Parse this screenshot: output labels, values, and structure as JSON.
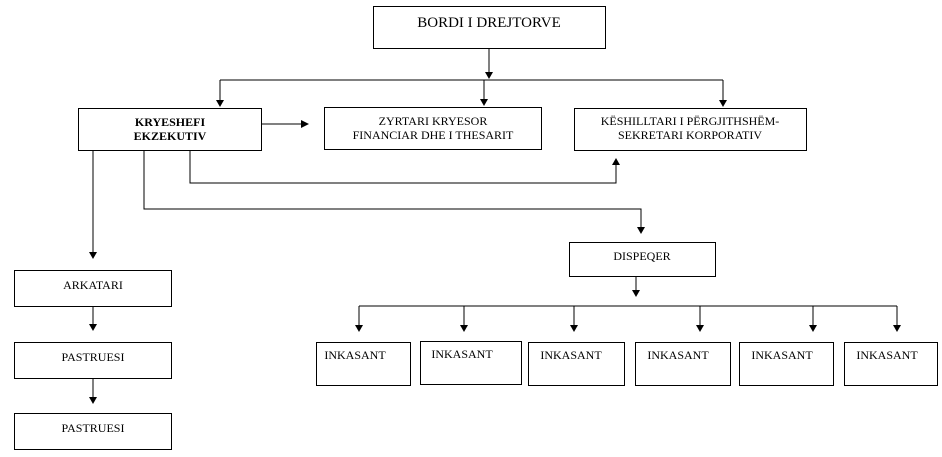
{
  "org_chart": {
    "board": {
      "label": "BORDI I DREJTORVE"
    },
    "ceo": {
      "line1": "KRYESHEFI",
      "line2": "EKZEKUTIV"
    },
    "cfo": {
      "line1": "ZYRTARI KRYESOR",
      "line2": "FINANCIAR DHE I THESARIT"
    },
    "counsel": {
      "line1": "KËSHILLTARI I PËRGJITHSHËM-",
      "line2": "SEKRETARI KORPORATIV"
    },
    "cashier": {
      "label": "ARKATARI"
    },
    "cleaner_1": {
      "label": "PASTRUESI"
    },
    "cleaner_2": {
      "label": "PASTRUESI"
    },
    "dispatcher": {
      "label": "DISPEQER"
    },
    "collectors": [
      {
        "label": "INKASANT"
      },
      {
        "label": "INKASANT"
      },
      {
        "label": "INKASANT"
      },
      {
        "label": "INKASANT"
      },
      {
        "label": "INKASANT"
      },
      {
        "label": "INKASANT"
      }
    ]
  }
}
